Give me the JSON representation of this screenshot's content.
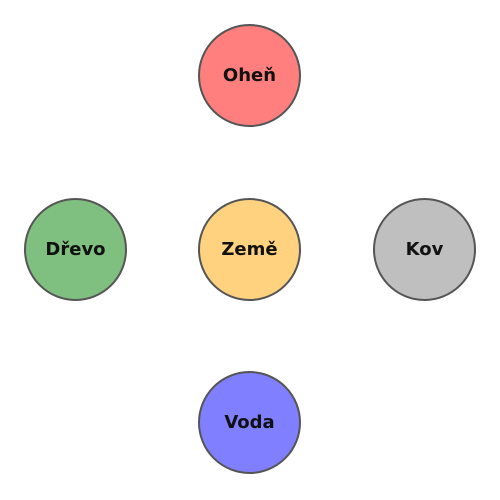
{
  "nodes": {
    "top": {
      "label": "Oheň",
      "color": "#ff7f7f"
    },
    "left": {
      "label": "Dřevo",
      "color": "#7fbf7f"
    },
    "center": {
      "label": "Země",
      "color": "#ffd27f"
    },
    "right": {
      "label": "Kov",
      "color": "#bfbfbf"
    },
    "bottom": {
      "label": "Voda",
      "color": "#7f7fff"
    }
  }
}
